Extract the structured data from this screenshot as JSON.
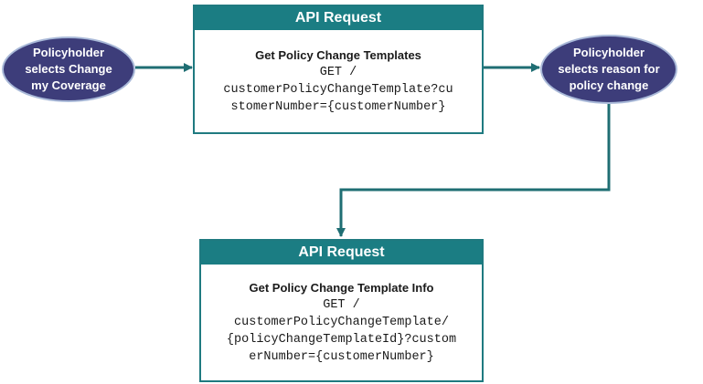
{
  "start_node": {
    "lines": [
      "Policyholder",
      "selects Change",
      "my Coverage"
    ]
  },
  "api_request_1": {
    "header": "API Request",
    "name": "Get Policy Change Templates",
    "code_lines": [
      "GET /",
      "customerPolicyChangeTemplate?cu",
      "stomerNumber={customerNumber}"
    ]
  },
  "reason_node": {
    "lines": [
      "Policyholder",
      "selects reason for",
      "policy change"
    ]
  },
  "api_request_2": {
    "header": "API Request",
    "name": "Get Policy Change Template Info",
    "code_lines": [
      "GET /",
      "customerPolicyChangeTemplate/",
      "{policyChangeTemplateId}?custom",
      "erNumber={customerNumber}"
    ]
  },
  "colors": {
    "ellipse_fill": "#3d3d7a",
    "ellipse_border": "#a9b9d8",
    "accent_teal": "#1b7d83",
    "connector": "#1f6e73"
  }
}
